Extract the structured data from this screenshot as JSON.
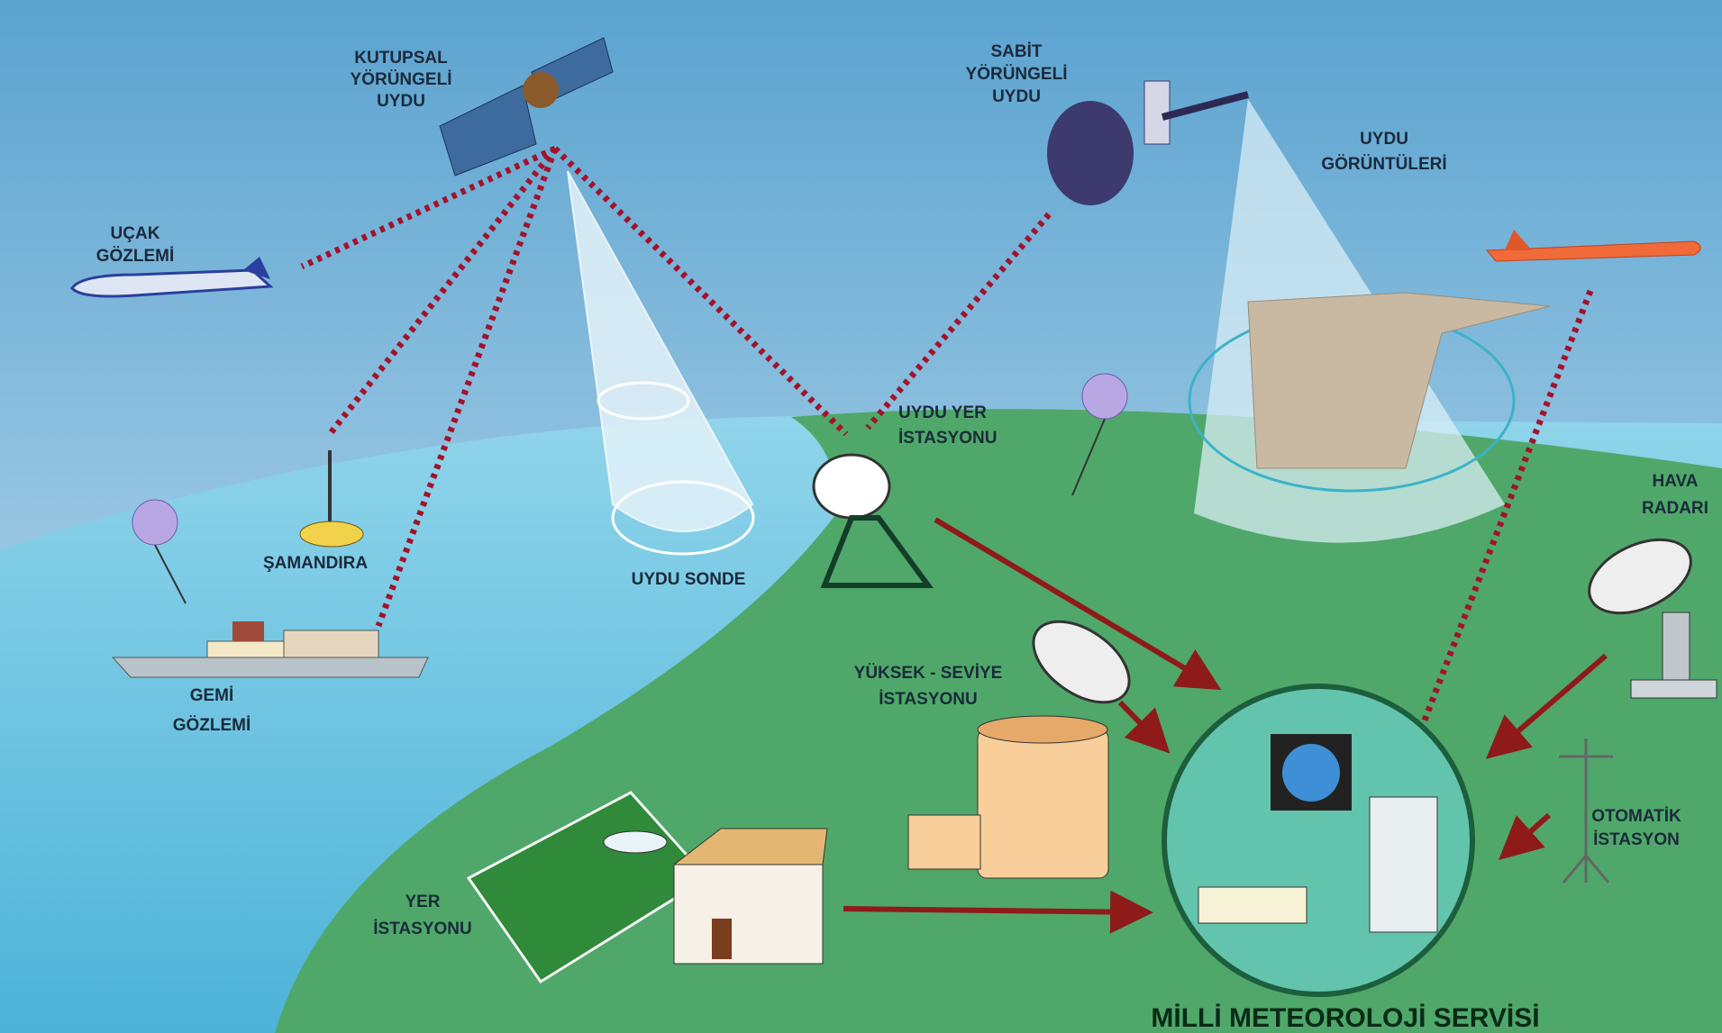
{
  "diagram": {
    "title": "MİLLİ METEOROLOJİ SERVİSİ",
    "labels": {
      "polar_satellite": [
        "KUTUPSAL",
        "YÖRÜNGELİ",
        "UYDU"
      ],
      "geo_satellite": [
        "SABİT",
        "YÖRÜNGELİ",
        "UYDU"
      ],
      "aircraft_obs": [
        "UÇAK",
        "GÖZLEMİ"
      ],
      "buoy": [
        "ŞAMANDIRA"
      ],
      "ship_obs": [
        "GEMİ",
        "GÖZLEMİ"
      ],
      "satellite_sounder": [
        "UYDU SONDE"
      ],
      "satellite_ground_station": [
        "UYDU YER",
        "İSTASYONU"
      ],
      "satellite_images": [
        "UYDU",
        "GÖRÜNTÜLERİ"
      ],
      "weather_radar": [
        "HAVA",
        "RADARI"
      ],
      "upper_air_station": [
        "YÜKSEK - SEVİYE",
        "İSTASYONU"
      ],
      "automatic_station": [
        "OTOMATİK",
        "İSTASYON"
      ],
      "ground_station": [
        "YER",
        "İSTASYONU"
      ]
    },
    "colors": {
      "sky": "#5aa7d3",
      "sea": "#6cc2df",
      "land": "#4fa86a",
      "link": "#a3122a",
      "arrow": "#8f1a1a"
    }
  }
}
